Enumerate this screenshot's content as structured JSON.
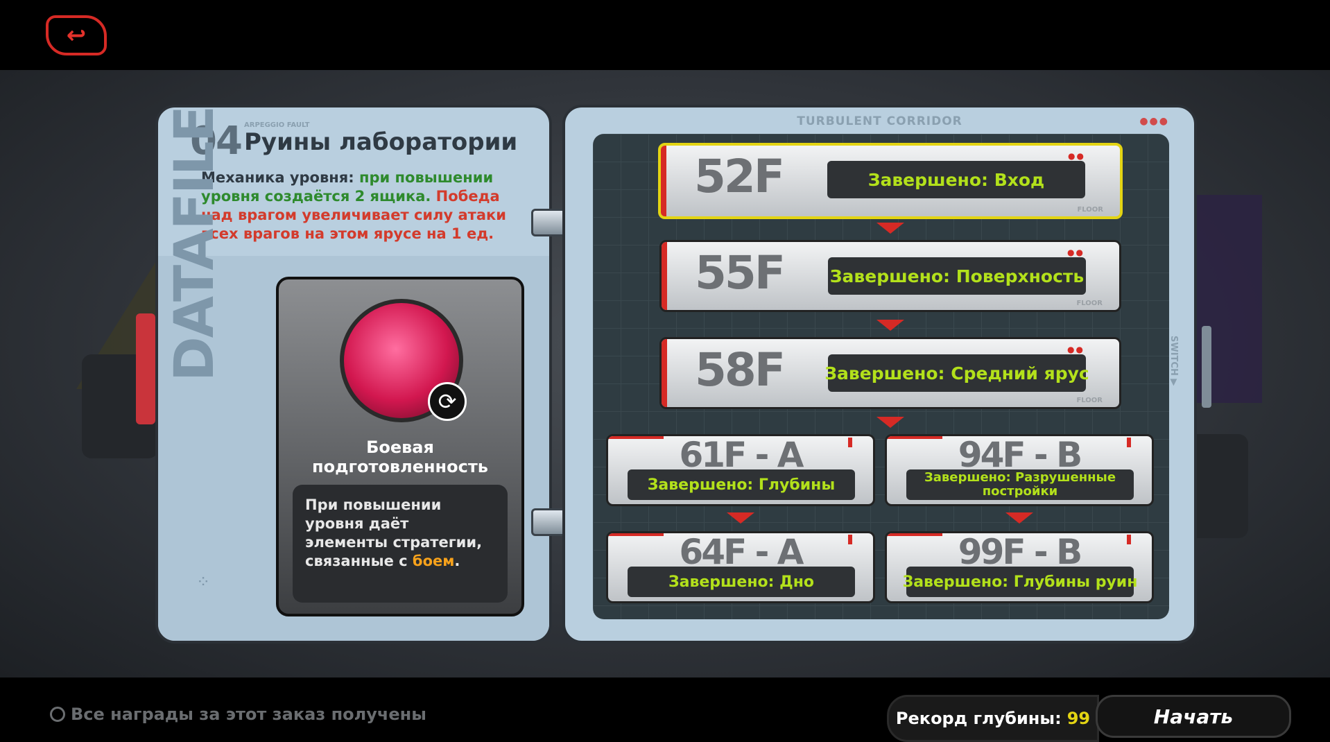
{
  "nav": {
    "back_icon": "↩"
  },
  "level": {
    "number": "04",
    "tag": "ARPEGGIO FAULT",
    "title": "Руины лаборатории",
    "mechanic_prefix": "Механика уровня: ",
    "mechanic_green": "при повышении уровня создаётся 2 ящика.",
    "mechanic_red": " Победа над врагом увеличивает силу атаки всех врагов на этом ярусе на 1 ед."
  },
  "datafile_label": "DATAFILE",
  "card": {
    "refresh_icon": "⟳",
    "title_line1": "Боевая",
    "title_line2": "подготовленность",
    "desc_text": "При повышении уровня даёт элементы стратегии, связанные с ",
    "desc_highlight": "боем",
    "desc_end": "."
  },
  "route": {
    "header": "TURBULENT CORRIDOR",
    "nodes": [
      {
        "floor": "52F",
        "status": "Завершено: Вход",
        "tag": "FLOOR",
        "selected": true
      },
      {
        "floor": "55F",
        "status": "Завершено: Поверхность",
        "tag": "FLOOR"
      },
      {
        "floor": "58F",
        "status": "Завершено: Средний ярус",
        "tag": "FLOOR"
      }
    ],
    "branch": [
      {
        "floor": "61F - A",
        "status": "Завершено: Глубины"
      },
      {
        "floor": "94F - B",
        "status": "Завершено: Разрушенные постройки"
      },
      {
        "floor": "64F - A",
        "status": "Завершено: Дно"
      },
      {
        "floor": "99F - B",
        "status": "Завершено: Глубины руин"
      }
    ],
    "switch_label": "SWITCH ▶"
  },
  "footer": {
    "rewards_text": "Все награды за этот заказ получены",
    "record_label": "Рекорд глубины:",
    "record_value": "99",
    "start_label": "Начать"
  },
  "colors": {
    "accent_red": "#d62a25",
    "status_green": "#b3e11b",
    "highlight_yellow": "#e3d413"
  }
}
